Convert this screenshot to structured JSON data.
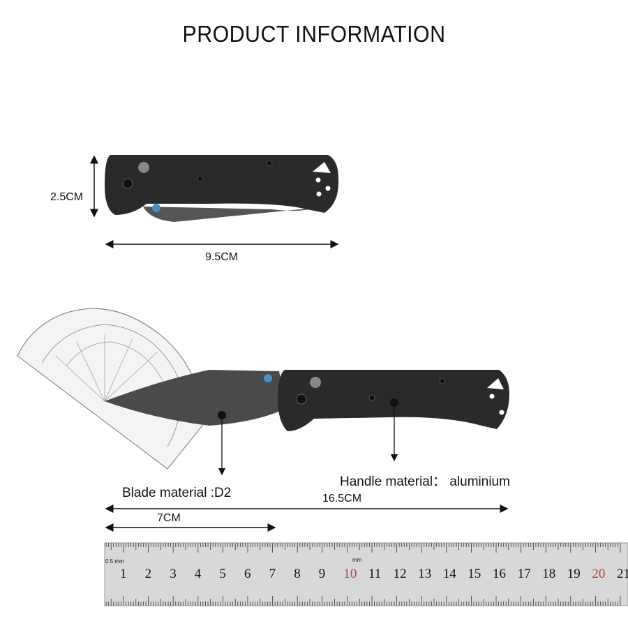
{
  "title": "PRODUCT INFORMATION",
  "folded_knife": {
    "height_label": "2.5CM",
    "length_label": "9.5CM"
  },
  "open_knife": {
    "blade_material_label": "Blade material :D2",
    "handle_material_label": "Handle material： aluminium",
    "total_length_label": "16.5CM",
    "blade_length_label": "7CM"
  },
  "ruler": {
    "numbers": [
      "1",
      "2",
      "3",
      "4",
      "5",
      "6",
      "7",
      "8",
      "9",
      "10",
      "11",
      "12",
      "13",
      "14",
      "15",
      "16",
      "17",
      "18",
      "19",
      "20",
      "21"
    ],
    "highlight_numbers": [
      "10",
      "20"
    ],
    "highlight_color": "#c0392b",
    "unit_marks": [
      "0.5 mm",
      "mm"
    ]
  },
  "colors": {
    "knife_handle": "#2a2a2c",
    "pivot_screw_accent": "#4a8fc0",
    "ruler_face": "#d8d8d8"
  }
}
